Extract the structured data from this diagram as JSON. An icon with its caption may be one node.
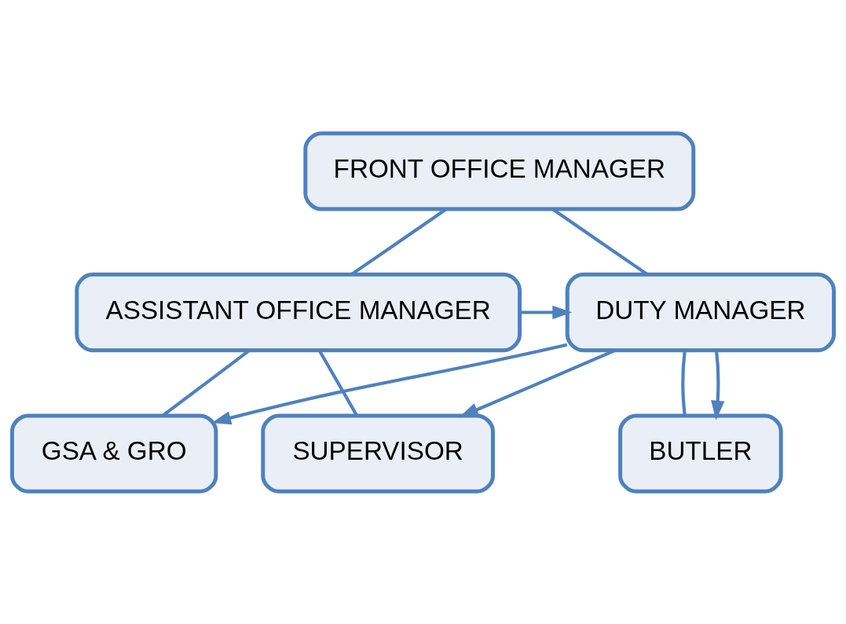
{
  "diagram": {
    "nodes": [
      {
        "text": [
          "FRONT OFFICE MANAGER"
        ]
      },
      {
        "text": [
          "ASSISTANT OFFICE MANAGER"
        ]
      },
      {
        "text": [
          "DUTY MANAGER"
        ]
      },
      {
        "text": [
          "GSA & GRO"
        ]
      },
      {
        "text": [
          "SUPERVISOR"
        ]
      },
      {
        "text": [
          "BUTLER"
        ]
      }
    ],
    "edges": [
      {
        "from": 0,
        "to": 1,
        "arrow": "none"
      },
      {
        "from": 0,
        "to": 2,
        "arrow": "none"
      },
      {
        "from": 1,
        "to": 3,
        "arrow": "none"
      },
      {
        "from": 1,
        "to": 4,
        "arrow": "none"
      },
      {
        "from": 2,
        "to": 5,
        "arrow": "none"
      },
      {
        "from": 1,
        "to": 2,
        "arrow": "to"
      },
      {
        "from": 2,
        "to": 3,
        "arrow": "to"
      },
      {
        "from": 2,
        "to": 4,
        "arrow": "to"
      },
      {
        "from": 2,
        "to": 5,
        "arrow": "to"
      }
    ]
  }
}
